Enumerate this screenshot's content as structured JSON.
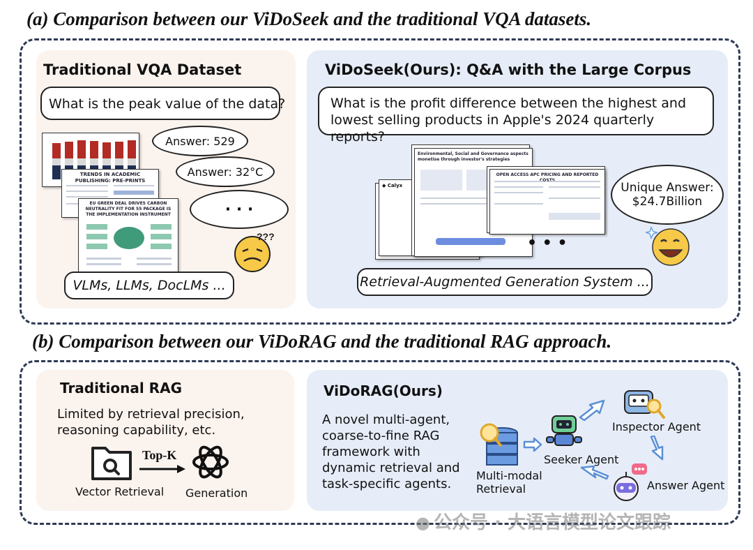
{
  "part_a": {
    "title": "(a) Comparison between our ViDoSeek and the traditional VQA datasets.",
    "left": {
      "title": "Traditional VQA Dataset",
      "question": "What is the peak value of the data?",
      "answers": [
        "Answer: 529",
        "Answer: 32°C",
        "· · ·"
      ],
      "doc_titles": [
        "TRENDS IN ACADEMIC PUBLISHING: PRE-PRINTS",
        "EU GREEN DEAL DRIVES CARBON NEUTRALITY FIT FOR 55 PACKAGE IS THE IMPLEMENTATION INSTRUMENT"
      ],
      "confused_marks": "???",
      "models": "VLMs, LLMs, DocLMs ..."
    },
    "right": {
      "title": "ViDoSeek(Ours): Q&A with the Large Corpus",
      "question": "What is the profit difference between the highest and lowest selling products in Apple's 2024 quarterly reports?",
      "doc_titles": [
        "Environmental, Social and Governance aspects monetise through investor's strategies",
        "OPEN ACCESS APC PRICING AND REPORTED COSTS"
      ],
      "ellipsis": "• • •",
      "unique_answer_label": "Unique Answer:",
      "unique_answer_value": "$24.7Billion",
      "system": "Retrieval-Augmented Generation System ..."
    }
  },
  "part_b": {
    "title": "(b) Comparison between our ViDoRAG and the traditional RAG approach.",
    "left": {
      "title": "Traditional RAG",
      "description": "Limited by retrieval precision, reasoning capability, etc.",
      "arrow_label": "Top-K",
      "vector_label": "Vector Retrieval",
      "generation_label": "Generation"
    },
    "right": {
      "title": "ViDoRAG(Ours)",
      "description": "A novel multi-agent, coarse-to-fine RAG framework with dynamic retrieval and task-specific agents.",
      "retrieval_label": "Multi-modal Retrieval",
      "seeker_label": "Seeker Agent",
      "inspector_label": "Inspector Agent",
      "answer_label": "Answer Agent"
    }
  },
  "watermark": "公众号 · 大语言模型论文跟踪",
  "colors": {
    "frame": "#2f3a55",
    "warm_panel": "#fbf3ee",
    "blue_panel": "#e6edf8",
    "arrow": "#5b8fd6",
    "bar_red": "#b22b25",
    "bar_navy": "#1f2f52"
  }
}
